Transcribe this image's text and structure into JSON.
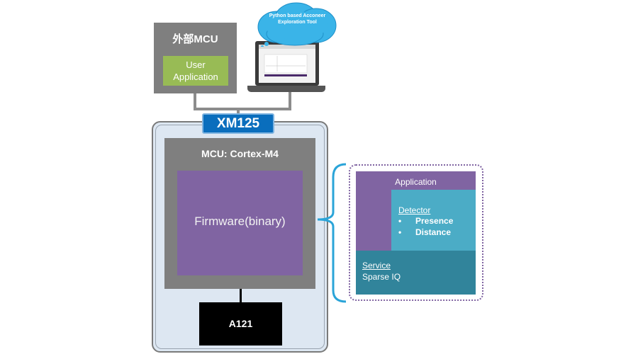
{
  "external_mcu": {
    "title": "外部MCU",
    "user_application": "User Application"
  },
  "exploration_tool": {
    "cloud_text": "Python based Acconeer Exploration Tool"
  },
  "module": {
    "name": "XM125",
    "mcu_title": "MCU: Cortex-M4",
    "firmware_label": "Firmware(binary)",
    "sensor": "A121"
  },
  "firmware_detail": {
    "application": "Application",
    "detector": {
      "label": "Detector",
      "items": [
        "Presence",
        "Distance"
      ],
      "bullet": "•"
    },
    "service": {
      "label": "Service",
      "type": "Sparse IQ"
    }
  },
  "colors": {
    "gray_box": "#7f7f7f",
    "user_app_green": "#98bb55",
    "module_blue": "#0a6ebd",
    "firmware_purple": "#8064a2",
    "detector_teal": "#4bacc6",
    "service_teal": "#31849b",
    "cloud_blue": "#3ab4e8"
  }
}
